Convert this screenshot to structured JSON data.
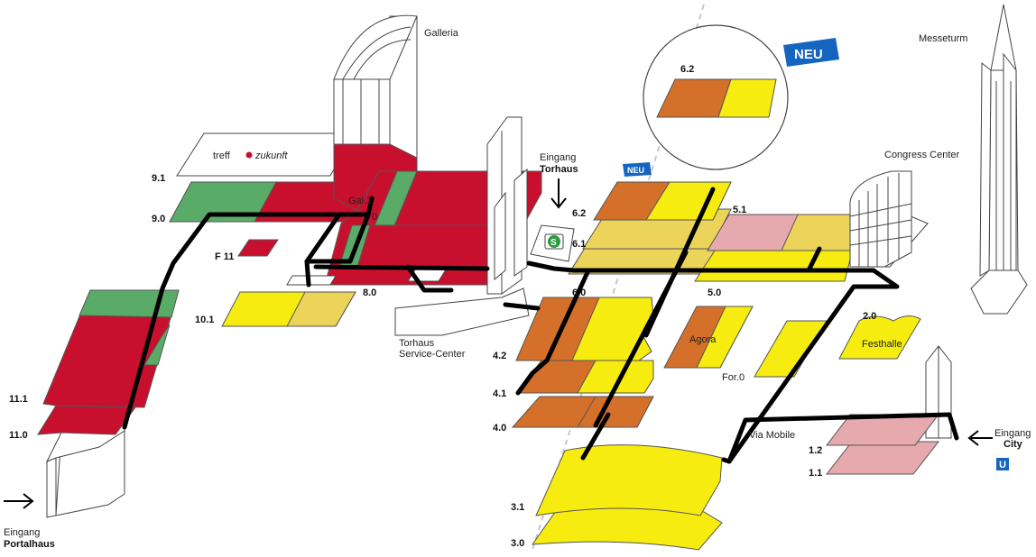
{
  "colors": {
    "red": "#c8102e",
    "green": "#5aab68",
    "orange": "#d4702a",
    "yellow": "#f6ec10",
    "lightyellow": "#ecd35a",
    "pink": "#e6a9ad",
    "blue": "#1565c0",
    "s_green": "#2e9b3f"
  },
  "icons": [
    "arrow-right-icon",
    "arrow-down-icon",
    "arrow-left-icon",
    "s-bahn-icon",
    "u-bahn-icon"
  ],
  "badges": {
    "neu_large": "NEU",
    "neu_small": "NEU",
    "s_bahn": "S",
    "u_bahn": "U"
  },
  "buildings": {
    "galleria": "Galleria",
    "messeturm": "Messeturm",
    "congress_center": "Congress Center",
    "torhaus_line1": "Torhaus",
    "torhaus_line2": "Service-Center",
    "via_mobile": "Via Mobile",
    "agora": "Agora",
    "festhalle": "Festhalle",
    "treff_a": "treff",
    "treff_b": "zukunft"
  },
  "entrances": {
    "portalhaus": {
      "line1": "Eingang",
      "line2": "Portalhaus"
    },
    "torhaus": {
      "line1": "Eingang",
      "line2": "Torhaus"
    },
    "city": {
      "line1": "Eingang",
      "line2": "City"
    }
  },
  "halls": {
    "h9_1": "9.1",
    "h9_0": "9.0",
    "gal1": "Gal.1",
    "gal0": "0",
    "f11": "F 11",
    "h8_0": "8.0",
    "h10_1": "10.1",
    "h11_1": "11.1",
    "h11_0": "11.0",
    "h6_2": "6.2",
    "h6_1": "6.1",
    "h6_0": "6.0",
    "h5_1": "5.1",
    "h5_0": "5.0",
    "h4_2": "4.2",
    "h4_1": "4.1",
    "h4_0": "4.0",
    "h3_1": "3.1",
    "h3_0": "3.0",
    "for0": "For.0",
    "h2_0": "2.0",
    "h1_2": "1.2",
    "h1_1": "1.1",
    "zoom_6_2": "6.2"
  }
}
